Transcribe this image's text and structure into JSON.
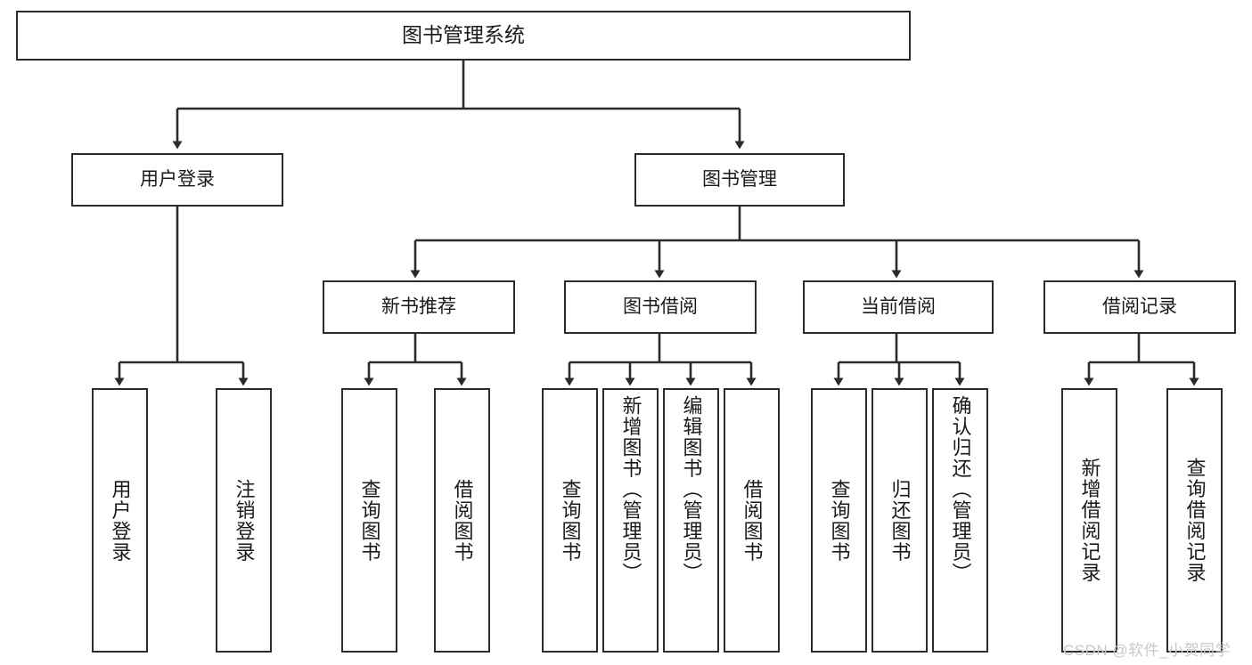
{
  "diagram": {
    "title": "图书管理系统",
    "type": "tree",
    "nodes": {
      "root": {
        "label": "图书管理系统"
      },
      "level2": [
        {
          "id": "user-login",
          "label": "用户登录"
        },
        {
          "id": "book-manage",
          "label": "图书管理"
        }
      ],
      "level3": [
        {
          "id": "new-book-recommend",
          "label": "新书推荐"
        },
        {
          "id": "book-borrow",
          "label": "图书借阅"
        },
        {
          "id": "current-borrow",
          "label": "当前借阅"
        },
        {
          "id": "borrow-record",
          "label": "借阅记录"
        }
      ],
      "leaves": {
        "user_login": [
          {
            "id": "leaf-user-login",
            "label": "用户登录"
          },
          {
            "id": "leaf-logout-login",
            "label": "注销登录"
          }
        ],
        "new_book_recommend": [
          {
            "id": "leaf-query-book-1",
            "label": "查询图书"
          },
          {
            "id": "leaf-borrow-book-1",
            "label": "借阅图书"
          }
        ],
        "book_borrow": [
          {
            "id": "leaf-query-book-2",
            "label": "查询图书"
          },
          {
            "id": "leaf-add-book",
            "label": "新增图书（管理员）"
          },
          {
            "id": "leaf-edit-book",
            "label": "编辑图书（管理员）"
          },
          {
            "id": "leaf-borrow-book-2",
            "label": "借阅图书"
          }
        ],
        "current_borrow": [
          {
            "id": "leaf-query-book-3",
            "label": "查询图书"
          },
          {
            "id": "leaf-return-book",
            "label": "归还图书"
          },
          {
            "id": "leaf-confirm-return",
            "label": "确认归还（管理员）"
          }
        ],
        "borrow_record": [
          {
            "id": "leaf-add-record",
            "label": "新增借阅记录"
          },
          {
            "id": "leaf-query-record",
            "label": "查询借阅记录"
          }
        ]
      }
    },
    "colors": {
      "stroke": "#2b2b2b",
      "fill": "#ffffff",
      "text": "#1a1a1a",
      "watermark": "#c9c9c9"
    }
  },
  "watermark": {
    "text": "CSDN @软件_小贺同学"
  }
}
